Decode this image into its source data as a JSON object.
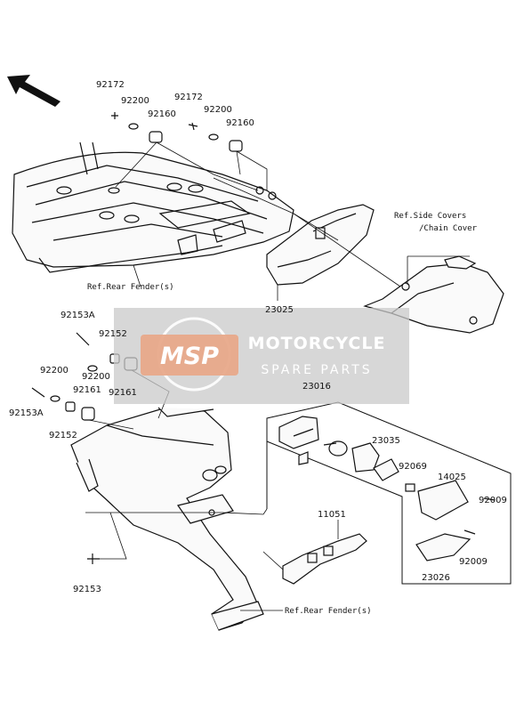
{
  "part_labels": [
    "92172",
    "92200",
    "92160",
    "92172",
    "92200",
    "92160",
    "23025",
    "92153A",
    "92152",
    "92200",
    "92200",
    "92161",
    "92161",
    "92153A",
    "92152",
    "23016",
    "23035",
    "92069",
    "14025",
    "92009",
    "92009",
    "23026",
    "11051",
    "92153"
  ],
  "references": {
    "rear_fender_top": "Ref.Rear Fender(s)",
    "side_covers_line1": "Ref.Side Covers",
    "side_covers_line2": "/Chain Cover",
    "rear_fender_bottom": "Ref.Rear Fender(s)"
  },
  "watermark": {
    "logo": "MSP",
    "title": "MOTORCYCLE",
    "subtitle": "SPARE PARTS"
  },
  "colors": {
    "line": "#111111",
    "watermark_band": "#c9c9c9",
    "watermark_logo": "#e8a98a"
  }
}
